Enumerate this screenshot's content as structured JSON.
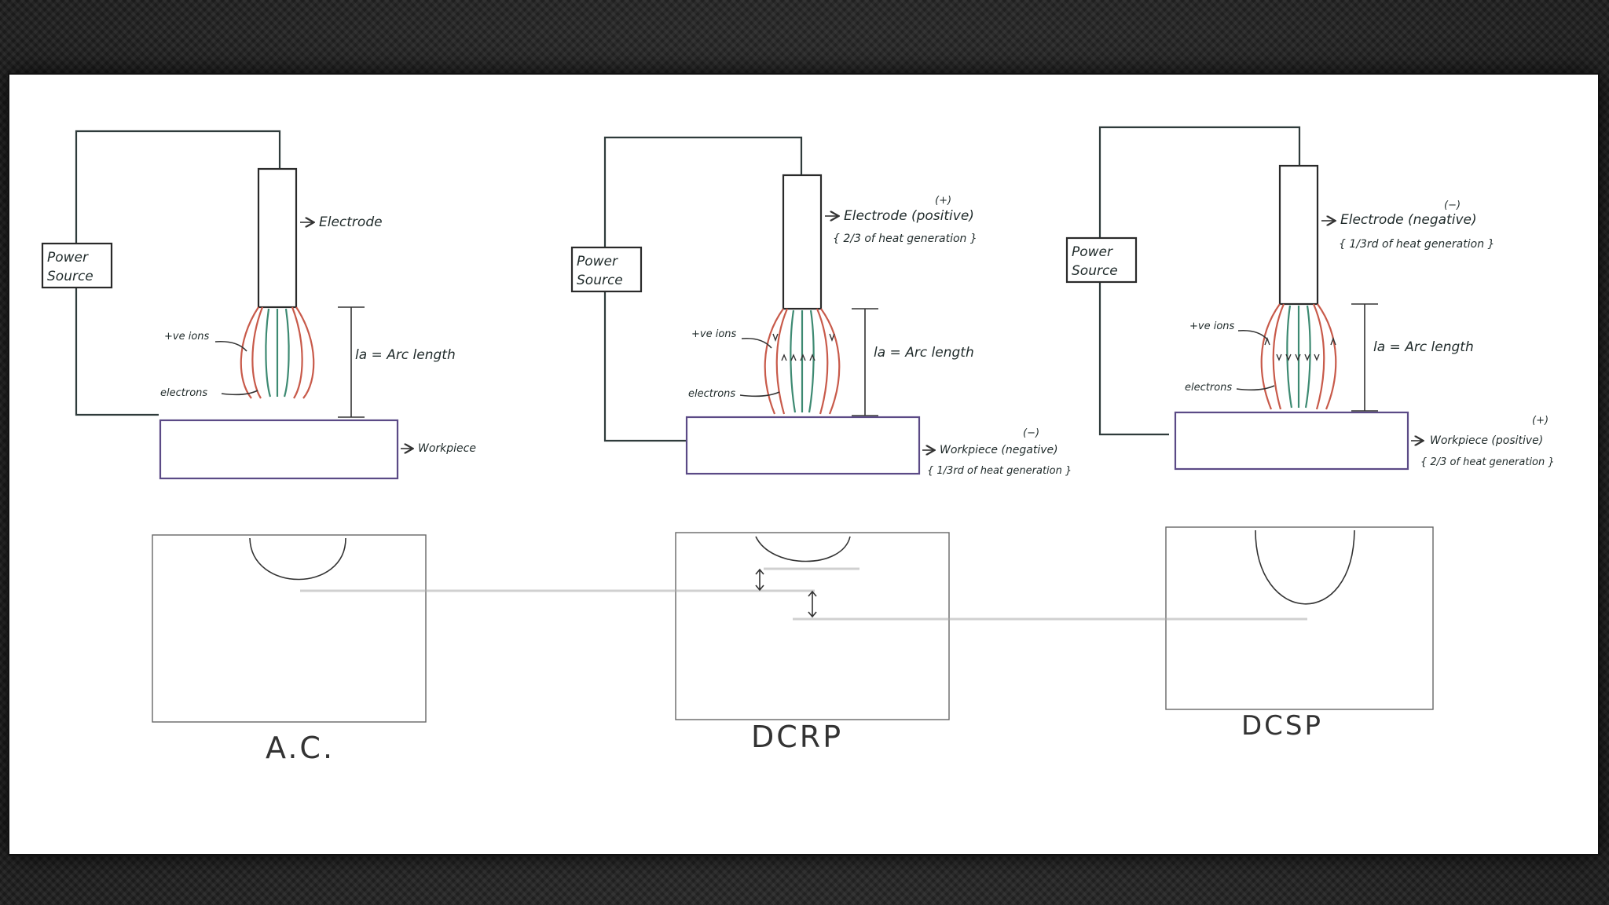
{
  "labels": {
    "power_source_1": "Power",
    "power_source_2": "Source",
    "electrode": "Electrode",
    "workpiece": "Workpiece",
    "ions": "+ve ions",
    "electrons": "electrons",
    "arc_length": "la = Arc length",
    "positive": "(+)",
    "negative": "(−)"
  },
  "dcrp": {
    "electrode": "Electrode (positive)",
    "electrode_heat": "{ 2/3 of heat generation }",
    "workpiece": "Workpiece (negative)",
    "workpiece_heat": "{ 1/3rd of heat generation }"
  },
  "dcsp": {
    "electrode": "Electrode (negative)",
    "electrode_heat": "{ 1/3rd of heat generation }",
    "workpiece": "Workpiece (positive)",
    "workpiece_heat": "{ 2/3 of heat generation }"
  },
  "captions": [
    "A.C.",
    "DCRP",
    "DCSP"
  ],
  "colors": {
    "arc_outer": "#c85a4a",
    "arc_inner": "#3d8a72",
    "workpiece": "#5b4a86"
  }
}
